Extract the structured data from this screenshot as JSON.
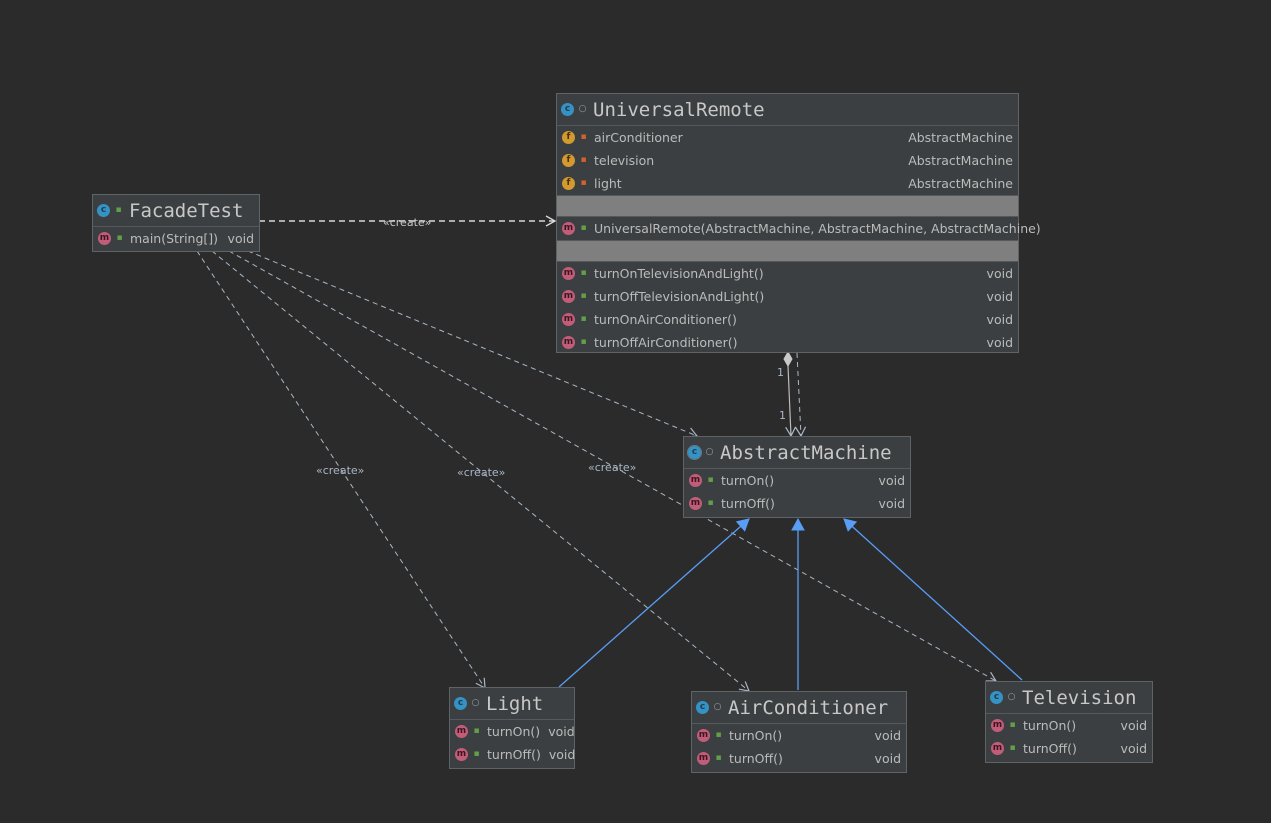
{
  "colors": {
    "background": "#2b2b2b",
    "node_fill": "#3c3f41",
    "node_border": "#5e6366",
    "dependency": "#a9b7c6",
    "inheritance": "#589df6",
    "composition": "#bbbbbb"
  },
  "nodes": {
    "facade_test": {
      "title": "FacadeTest",
      "icon": "class-icon",
      "methods": [
        {
          "name": "main(String[])",
          "type": "void",
          "icon": "method-icon",
          "visibility": "public"
        }
      ]
    },
    "universal_remote": {
      "title": "UniversalRemote",
      "icon": "class-icon",
      "fields": [
        {
          "name": "airConditioner",
          "type": "AbstractMachine",
          "icon": "field-icon",
          "visibility": "private"
        },
        {
          "name": "television",
          "type": "AbstractMachine",
          "icon": "field-icon",
          "visibility": "private"
        },
        {
          "name": "light",
          "type": "AbstractMachine",
          "icon": "field-icon",
          "visibility": "private"
        }
      ],
      "constructors": [
        {
          "name": "UniversalRemote(AbstractMachine, AbstractMachine, AbstractMachine)",
          "type": "",
          "icon": "method-icon",
          "visibility": "public"
        }
      ],
      "methods": [
        {
          "name": "turnOnTelevisionAndLight()",
          "type": "void",
          "icon": "method-icon",
          "visibility": "public"
        },
        {
          "name": "turnOffTelevisionAndLight()",
          "type": "void",
          "icon": "method-icon",
          "visibility": "public"
        },
        {
          "name": "turnOnAirConditioner()",
          "type": "void",
          "icon": "method-icon",
          "visibility": "public"
        },
        {
          "name": "turnOffAirConditioner()",
          "type": "void",
          "icon": "method-icon",
          "visibility": "public"
        }
      ]
    },
    "abstract_machine": {
      "title": "AbstractMachine",
      "icon": "abstract-class-icon",
      "methods": [
        {
          "name": "turnOn()",
          "type": "void",
          "icon": "abstract-method-icon",
          "visibility": "public"
        },
        {
          "name": "turnOff()",
          "type": "void",
          "icon": "abstract-method-icon",
          "visibility": "public"
        }
      ]
    },
    "light": {
      "title": "Light",
      "icon": "class-icon",
      "methods": [
        {
          "name": "turnOn()",
          "type": "void",
          "icon": "method-icon",
          "visibility": "public"
        },
        {
          "name": "turnOff()",
          "type": "void",
          "icon": "method-icon",
          "visibility": "public"
        }
      ]
    },
    "air_conditioner": {
      "title": "AirConditioner",
      "icon": "class-icon",
      "methods": [
        {
          "name": "turnOn()",
          "type": "void",
          "icon": "method-icon",
          "visibility": "public"
        },
        {
          "name": "turnOff()",
          "type": "void",
          "icon": "method-icon",
          "visibility": "public"
        }
      ]
    },
    "television": {
      "title": "Television",
      "icon": "class-icon",
      "methods": [
        {
          "name": "turnOn()",
          "type": "void",
          "icon": "method-icon",
          "visibility": "public"
        },
        {
          "name": "turnOff()",
          "type": "void",
          "icon": "method-icon",
          "visibility": "public"
        }
      ]
    }
  },
  "edges": {
    "create_label": "«create»",
    "multiplicity_source": "1",
    "multiplicity_target": "1"
  }
}
